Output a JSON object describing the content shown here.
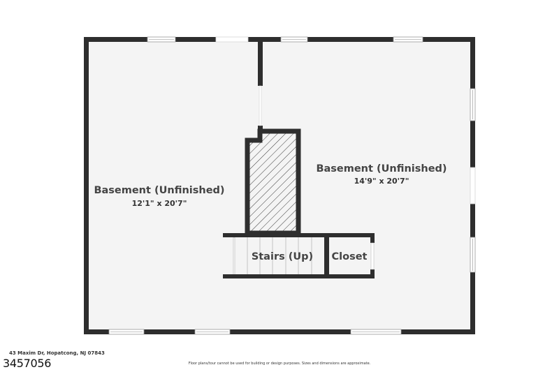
{
  "rooms": [
    {
      "name": "Basement (Unfinished)",
      "dimensions": "12'1\" x 20'7\""
    },
    {
      "name": "Basement (Unfinished)",
      "dimensions": "14'9\" x 20'7\""
    },
    {
      "name": "Stairs (Up)"
    },
    {
      "name": "Closet"
    }
  ],
  "footer": {
    "address": "43 Maxim Dr, Hopatcong, NJ 07843",
    "listing_number": "3457056",
    "disclaimer": "Floor plans/tour cannot be used for building or design purposes. Sizes and dimensions are approximate."
  },
  "colors": {
    "wall": "#2e2e2e",
    "floor": "#f4f4f4",
    "hatch": "#3a3a3a",
    "window": "#cfcfcf"
  }
}
